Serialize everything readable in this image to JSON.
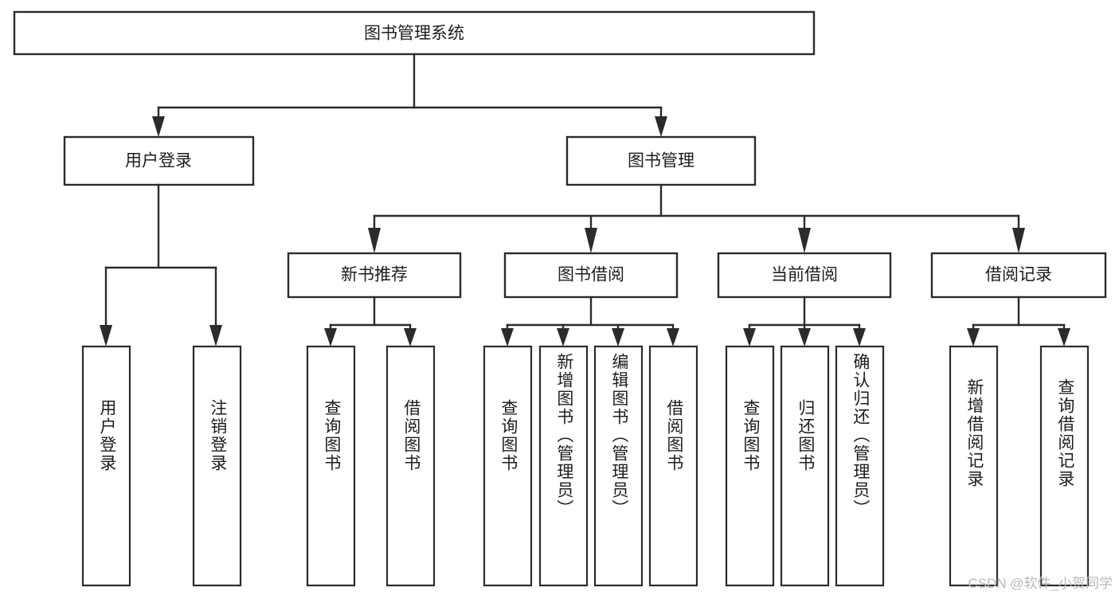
{
  "diagram": {
    "title": "图书管理系统",
    "type": "tree",
    "watermark": "CSDN @软件_小贺同学",
    "colors": {
      "stroke": "#2b2b2b",
      "fill": "#ffffff",
      "text": "#1d1d1d",
      "watermark": "#b9b9b9"
    },
    "root": {
      "label": "图书管理系统"
    },
    "level2": [
      {
        "label": "用户登录"
      },
      {
        "label": "图书管理"
      }
    ],
    "level3": [
      {
        "label": "新书推荐"
      },
      {
        "label": "图书借阅"
      },
      {
        "label": "当前借阅"
      },
      {
        "label": "借阅记录"
      }
    ],
    "leaves": {
      "user_login": [
        {
          "label": "用户登录"
        },
        {
          "label": "注销登录"
        }
      ],
      "new_book": [
        {
          "label": "查询图书"
        },
        {
          "label": "借阅图书"
        }
      ],
      "borrow": [
        {
          "label": "查询图书"
        },
        {
          "label": "新增图书（管理员）"
        },
        {
          "label": "编辑图书（管理员）"
        },
        {
          "label": "借阅图书"
        }
      ],
      "current": [
        {
          "label": "查询图书"
        },
        {
          "label": "归还图书"
        },
        {
          "label": "确认归还（管理员）"
        }
      ],
      "records": [
        {
          "label": "新增借阅记录"
        },
        {
          "label": "查询借阅记录"
        }
      ]
    }
  }
}
